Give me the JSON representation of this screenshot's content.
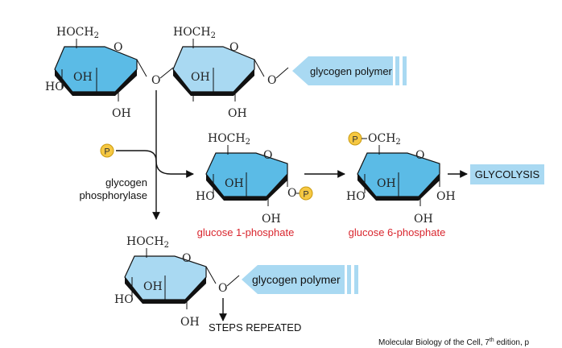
{
  "header": {
    "partial_title": ""
  },
  "colors": {
    "ring_dark": "#5bbbe6",
    "ring_light": "#a9d9f2",
    "phosphate": "#f6c842",
    "product_red": "#d9262e",
    "arrow_box": "#a9d9f2"
  },
  "sugar": {
    "ch2": "HOCH",
    "sub2": "2",
    "oh": "OH",
    "ho": "HO",
    "o": "O",
    "och": "OCH"
  },
  "phosphate_label": "P",
  "enzyme": {
    "line1": "glycogen",
    "line2": "phosphorylase"
  },
  "polymer_label": "glycogen polymer",
  "products": {
    "g1p": "glucose 1-phosphate",
    "g6p": "glucose 6-phosphate"
  },
  "glycolysis": "GLYCOLYSIS",
  "steps": "STEPS REPEATED",
  "citation": {
    "main": "Molecular Biology of the Cell, 7",
    "sup": "th",
    "tail": " edition, p"
  }
}
